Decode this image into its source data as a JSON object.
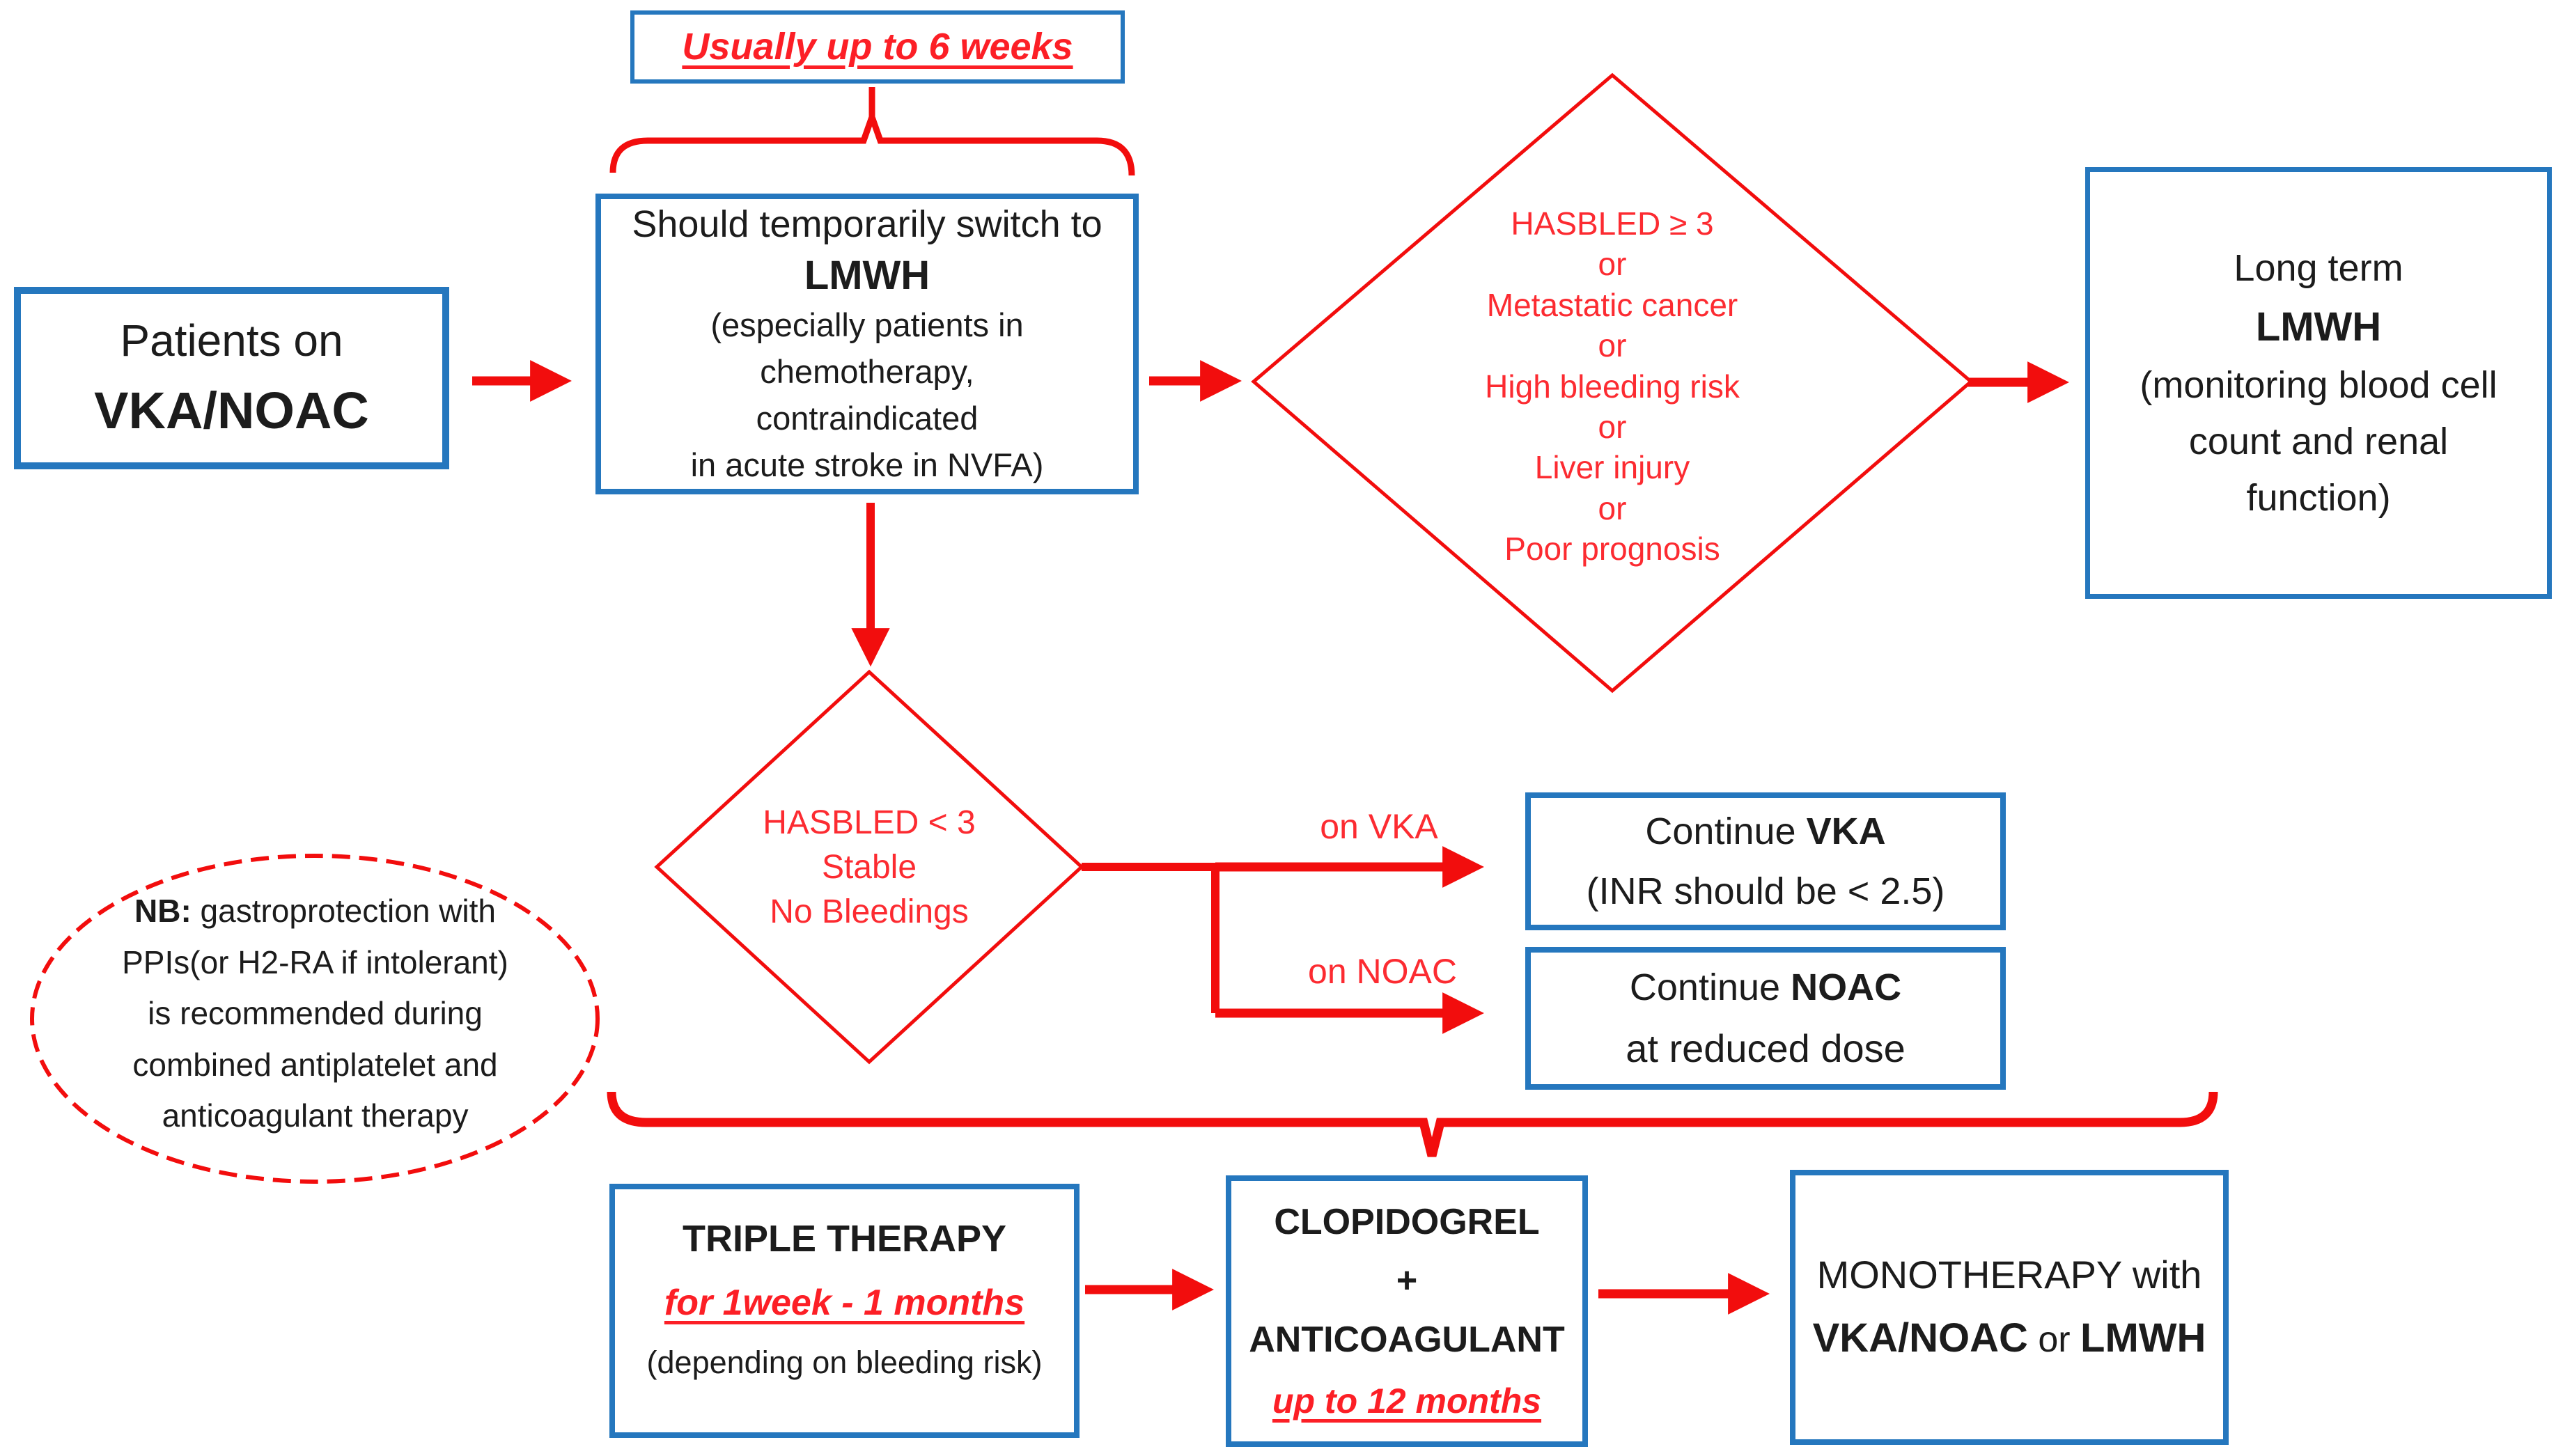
{
  "colors": {
    "box_border_blue": "#2577BE",
    "connector_red": "#F20D0D",
    "red_text": "#FC2B31",
    "black_text": "#1C1C1C",
    "background": "#FFFFFF"
  },
  "diagram": {
    "duration_note": "Usually up to 6 weeks",
    "patients": {
      "top": "Patients on",
      "bottom": "VKA/NOAC"
    },
    "switch": {
      "l1": "Should temporarily switch to",
      "l2": "LMWH",
      "l3": "(especially patients in",
      "l4": "chemotherapy,",
      "l5": "contraindicated",
      "l6": "in acute stroke in NVFA)"
    },
    "hasbled_high": [
      "HASBLED ≥ 3",
      "or",
      "Metastatic cancer",
      "or",
      "High bleeding risk",
      "or",
      "Liver injury",
      "or",
      "Poor prognosis"
    ],
    "long_term": {
      "l1": "Long term",
      "l2": "LMWH",
      "l3": "(monitoring blood cell",
      "l4": "count and renal",
      "l5": "function)"
    },
    "hasbled_low": [
      "HASBLED < 3",
      "Stable",
      "No Bleedings"
    ],
    "branch_vka_label": "on VKA",
    "branch_noac_label": "on NOAC",
    "continue_vka": {
      "pre": "Continue ",
      "bold": "VKA",
      "l2": "(INR should be < 2.5)"
    },
    "continue_noac": {
      "pre": "Continue ",
      "bold": "NOAC",
      "l2": "at reduced dose"
    },
    "nb": {
      "label": "NB:",
      "l1": " gastroprotection with",
      "l2": "PPIs(or H2-RA if intolerant)",
      "l3": "is recommended during",
      "l4": "combined antiplatelet and",
      "l5": "anticoagulant therapy"
    },
    "triple": {
      "l1": "TRIPLE THERAPY",
      "l2": "for 1week - 1 months",
      "l3": "(depending on bleeding risk)"
    },
    "clopidogrel": {
      "l1": "CLOPIDOGREL",
      "l2": "+",
      "l3": "ANTICOAGULANT",
      "l4": "up to 12 months"
    },
    "mono": {
      "l1": "MONOTHERAPY with",
      "b1": "VKA/NOAC",
      "mid": " or ",
      "b2": "LMWH"
    }
  }
}
